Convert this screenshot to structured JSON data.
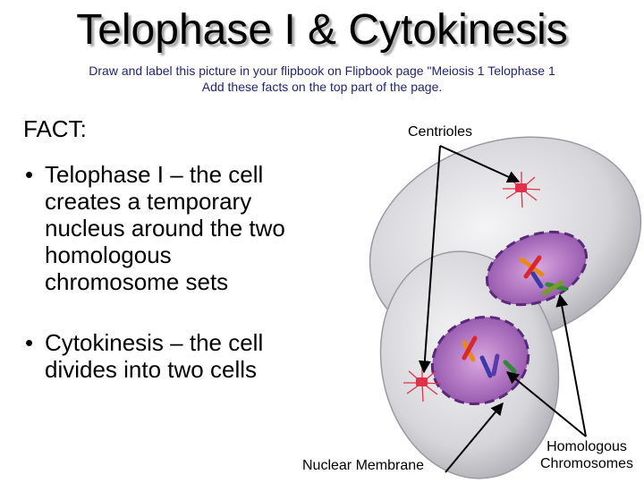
{
  "title": "Telophase I & Cytokinesis",
  "instructions": {
    "line1": "Draw and label this picture in your flipbook on Flipbook page \"Meiosis 1 Telophase 1",
    "line2": "Add these facts on the top part of the page."
  },
  "fact_heading": "FACT:",
  "bullets": [
    {
      "marker": "•",
      "text": "Telophase I – the cell creates a temporary nucleus around the two homologous chromosome sets"
    },
    {
      "marker": "•",
      "text": "Cytokinesis – the cell divides into two cells"
    }
  ],
  "labels": {
    "centrioles": "Centrioles",
    "nuclear_membrane": "Nuclear Membrane",
    "homologous_line1": "Homologous",
    "homologous_line2": "Chromosomes"
  },
  "colors": {
    "instructions_text": "#23237a",
    "cell_fill": "#d6d6da",
    "nucleus_fill": "#a468b8",
    "nuclear_membrane": "#5a2a78",
    "centriole": "#e0304a"
  }
}
